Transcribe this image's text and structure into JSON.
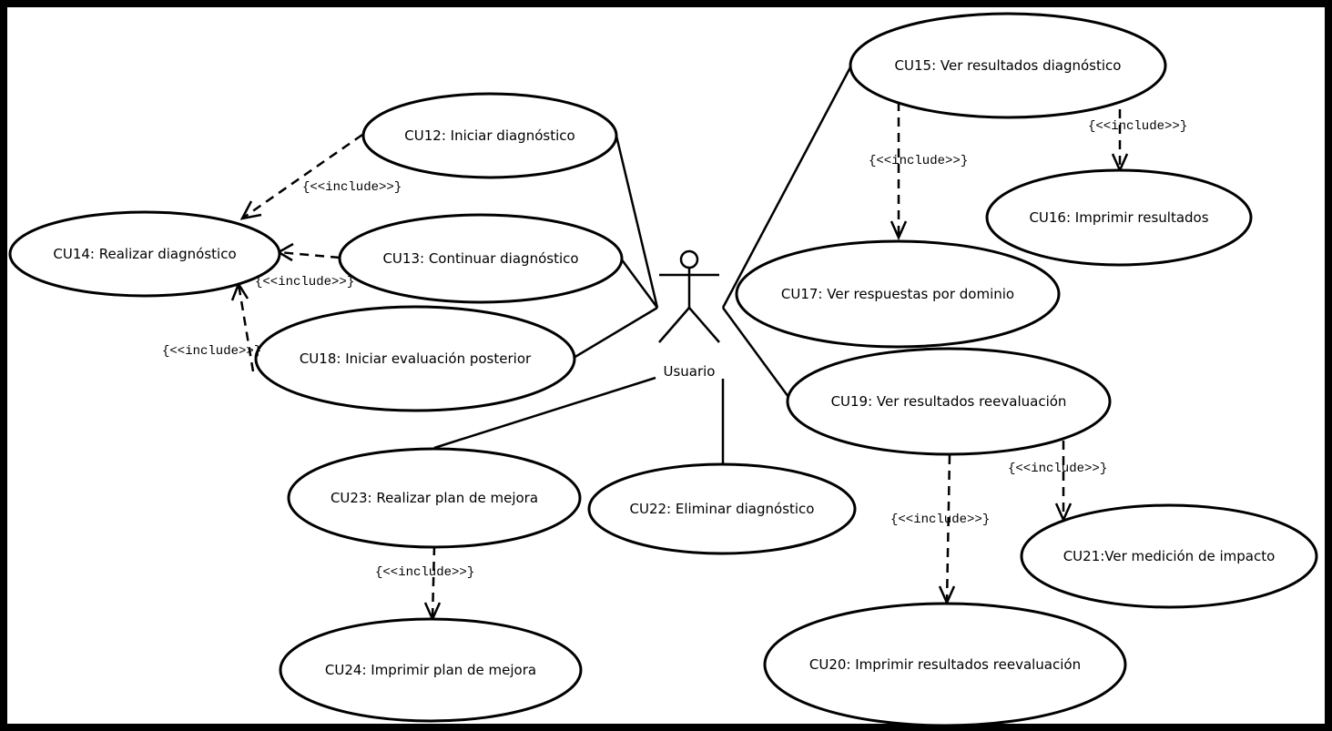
{
  "diagram": {
    "actor": {
      "name": "Usuario"
    },
    "use_cases": {
      "cu12": "CU12: Iniciar diagnóstico",
      "cu13": "CU13: Continuar diagnóstico",
      "cu14": "CU14: Realizar diagnóstico",
      "cu15": "CU15: Ver resultados diagnóstico",
      "cu16": "CU16: Imprimir resultados",
      "cu17": "CU17: Ver respuestas por dominio",
      "cu18": "CU18: Iniciar evaluación posterior",
      "cu19": "CU19: Ver resultados reevaluación",
      "cu20": "CU20: Imprimir resultados reevaluación",
      "cu21": "CU21:Ver medición de impacto",
      "cu22": "CU22: Eliminar diagnóstico",
      "cu23": "CU23: Realizar plan de mejora",
      "cu24": "CU24: Imprimir plan de mejora"
    },
    "include_label": "{<<include>>}"
  }
}
